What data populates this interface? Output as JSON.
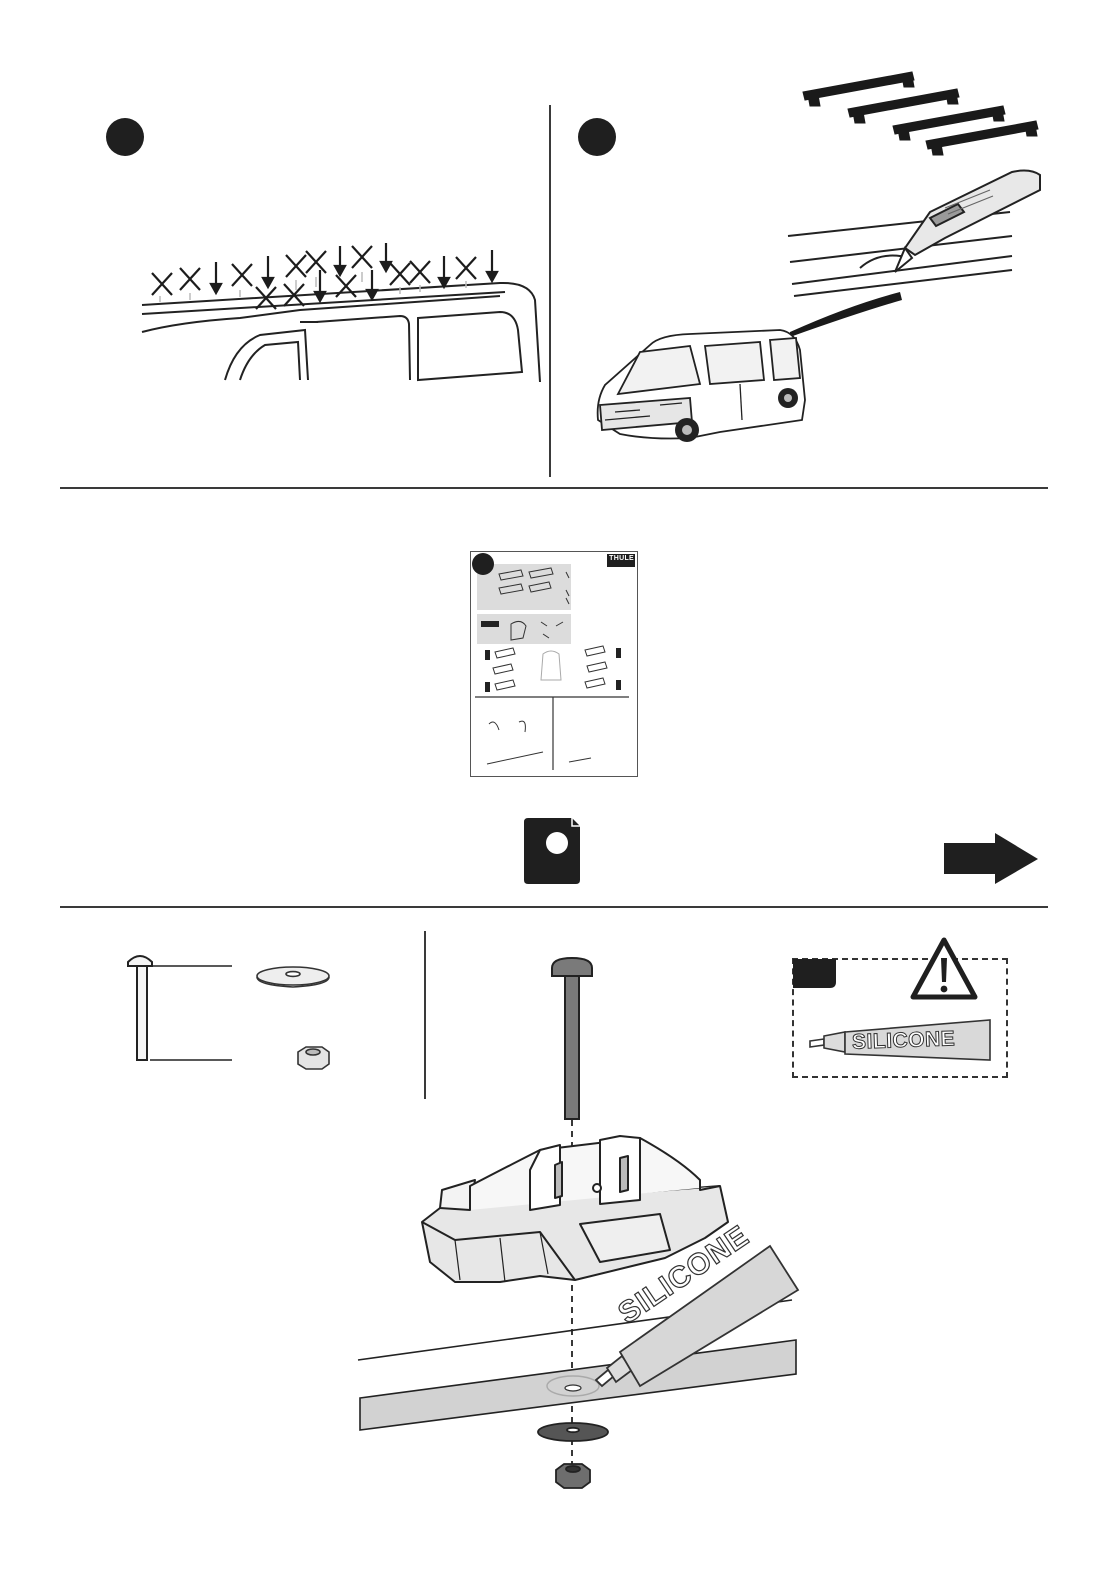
{
  "page": {
    "step1": {
      "icon": "step-number-dot"
    },
    "step2": {
      "icon": "step-number-dot"
    },
    "manual_thumbnail": {
      "brand": "THULE",
      "icon": "instruction-booklet-icon"
    },
    "next_arrow": {
      "icon": "arrow-right-icon"
    },
    "warning": {
      "icon": "warning-triangle-icon"
    },
    "silicone_label_small": "SILICONE",
    "silicone_label_large": "SILICONE"
  }
}
